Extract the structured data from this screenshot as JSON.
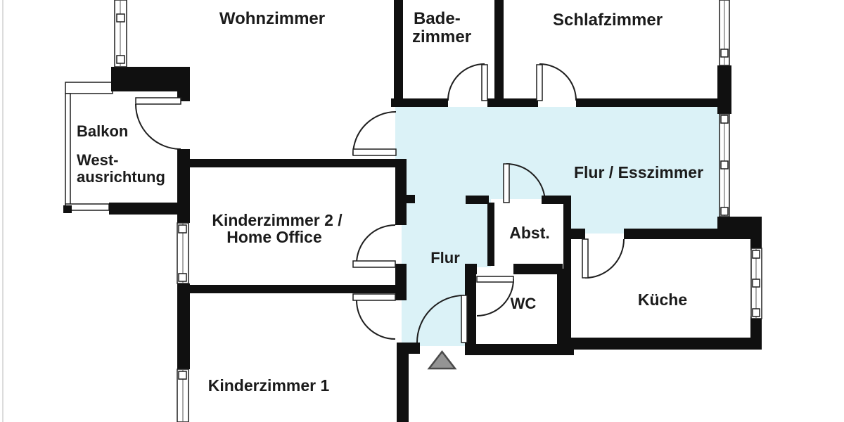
{
  "palette": {
    "wall": "#101010",
    "hall_fill": "#dbf2f7",
    "background": "#ffffff",
    "door_line": "#1f1f1f",
    "arrow_fill": "#949494",
    "arrow_border": "#4a4a4a",
    "text": "#1b1b1b"
  },
  "rooms": {
    "wohnzimmer": {
      "label": "Wohnzimmer"
    },
    "badezimmer": {
      "label_line1": "Bade-",
      "label_line2": "zimmer"
    },
    "schlafzimmer": {
      "label": "Schlafzimmer"
    },
    "balkon": {
      "label": "Balkon",
      "orientation_line1": "West-",
      "orientation_line2": "ausrichtung"
    },
    "kinderzimmer2": {
      "label_line1": "Kinderzimmer 2 /",
      "label_line2": "Home Office"
    },
    "kinderzimmer1": {
      "label": "Kinderzimmer 1"
    },
    "flur_esszimmer": {
      "label": "Flur / Esszimmer"
    },
    "flur": {
      "label": "Flur"
    },
    "abstellraum": {
      "label": "Abst."
    },
    "wc": {
      "label": "WC"
    },
    "kueche": {
      "label": "Küche"
    }
  },
  "icons": {
    "entrance_arrow": "up-triangle-entrance-arrow"
  }
}
